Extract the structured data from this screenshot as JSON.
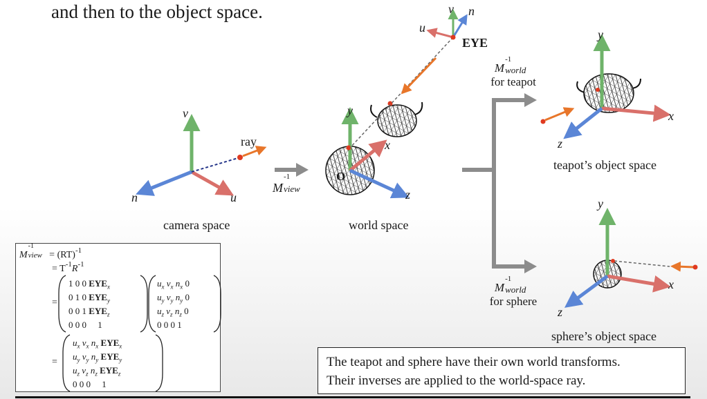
{
  "header": "and then to the object space.",
  "camera": {
    "caption": "camera space",
    "v": "v",
    "u": "u",
    "n": "n",
    "ray": "ray"
  },
  "world": {
    "caption": "world space",
    "x": "x",
    "y": "y",
    "z": "z",
    "origin": "O",
    "eye": "EYE",
    "u": "u",
    "v": "v",
    "n": "n"
  },
  "view_transform": {
    "base": "M",
    "sup": "-1",
    "sub": "view"
  },
  "teapot_transform": {
    "base": "M",
    "sup": "-1",
    "sub": "world",
    "caption": "for teapot"
  },
  "sphere_transform": {
    "base": "M",
    "sup": "-1",
    "sub": "world",
    "caption": "for sphere"
  },
  "teapot_space": {
    "caption": "teapot’s object space",
    "x": "x",
    "y": "y",
    "z": "z"
  },
  "sphere_space": {
    "caption": "sphere’s object space",
    "x": "x",
    "y": "y",
    "z": "z"
  },
  "math": {
    "line1_lhs": "M",
    "line1_lhs_sup": "-1",
    "line1_lhs_sub": "view",
    "line1_rhs": "= (RT)",
    "line1_rhs_sup": "-1",
    "line2": "= T",
    "line2_sup1": "-1",
    "line2_r": "R",
    "line2_sup2": "-1",
    "T_rows": [
      [
        "1",
        "0",
        "0",
        "EYE",
        "x"
      ],
      [
        "0",
        "1",
        "0",
        "EYE",
        "y"
      ],
      [
        "0",
        "0",
        "1",
        "EYE",
        "z"
      ],
      [
        "0",
        "0",
        "0",
        "1",
        ""
      ]
    ],
    "R_rows": [
      [
        "u_x",
        "v_x",
        "n_x",
        "0"
      ],
      [
        "u_y",
        "v_y",
        "n_y",
        "0"
      ],
      [
        "u_z",
        "v_z",
        "n_z",
        "0"
      ],
      [
        "0",
        "0",
        "0",
        "1"
      ]
    ],
    "M_rows": [
      [
        "u_x",
        "v_x",
        "n_x",
        "EYE",
        "x"
      ],
      [
        "u_y",
        "v_y",
        "n_y",
        "EYE",
        "y"
      ],
      [
        "u_z",
        "v_z",
        "n_z",
        "EYE",
        "z"
      ],
      [
        "0",
        "0",
        "0",
        "1",
        ""
      ]
    ]
  },
  "note": {
    "line1": "The teapot and sphere have their own world transforms.",
    "line2": "Their inverses are applied to the world-space ray."
  },
  "colors": {
    "x_axis": "#d9706a",
    "y_axis": "#6fb36a",
    "z_axis": "#5b86d6",
    "ray": "#e8762a",
    "arrow_gray": "#8c8c8c"
  }
}
